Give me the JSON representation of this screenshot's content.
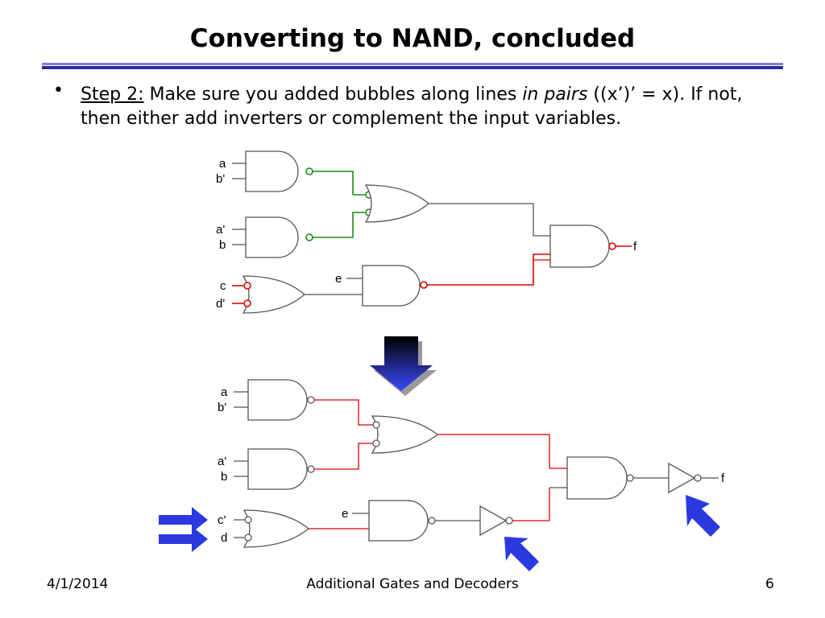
{
  "slide": {
    "title": "Converting to NAND, concluded",
    "bullet": {
      "marker": "•",
      "step_label": "Step 2:",
      "text_a": " Make sure you added bubbles along lines ",
      "text_italic": "in pairs",
      "text_b": " ((x’)’ = x). If not, then either add inverters or complement the input variables."
    }
  },
  "diagram_top": {
    "inputs": [
      "a",
      "b'",
      "a'",
      "b",
      "c",
      "d'",
      "e"
    ],
    "output": "f"
  },
  "diagram_bottom": {
    "inputs": [
      "a",
      "b'",
      "a'",
      "b",
      "c'",
      "d",
      "e"
    ],
    "output": "f"
  },
  "colors": {
    "green_bubble_wire": "#1a8a1a",
    "red_bubble_wire": "#e00000",
    "arrow_blue": "#2a3ae0",
    "rule_dark": "#2a2aa0"
  },
  "footer": {
    "date": "4/1/2014",
    "title": "Additional Gates and Decoders",
    "page": "6"
  }
}
